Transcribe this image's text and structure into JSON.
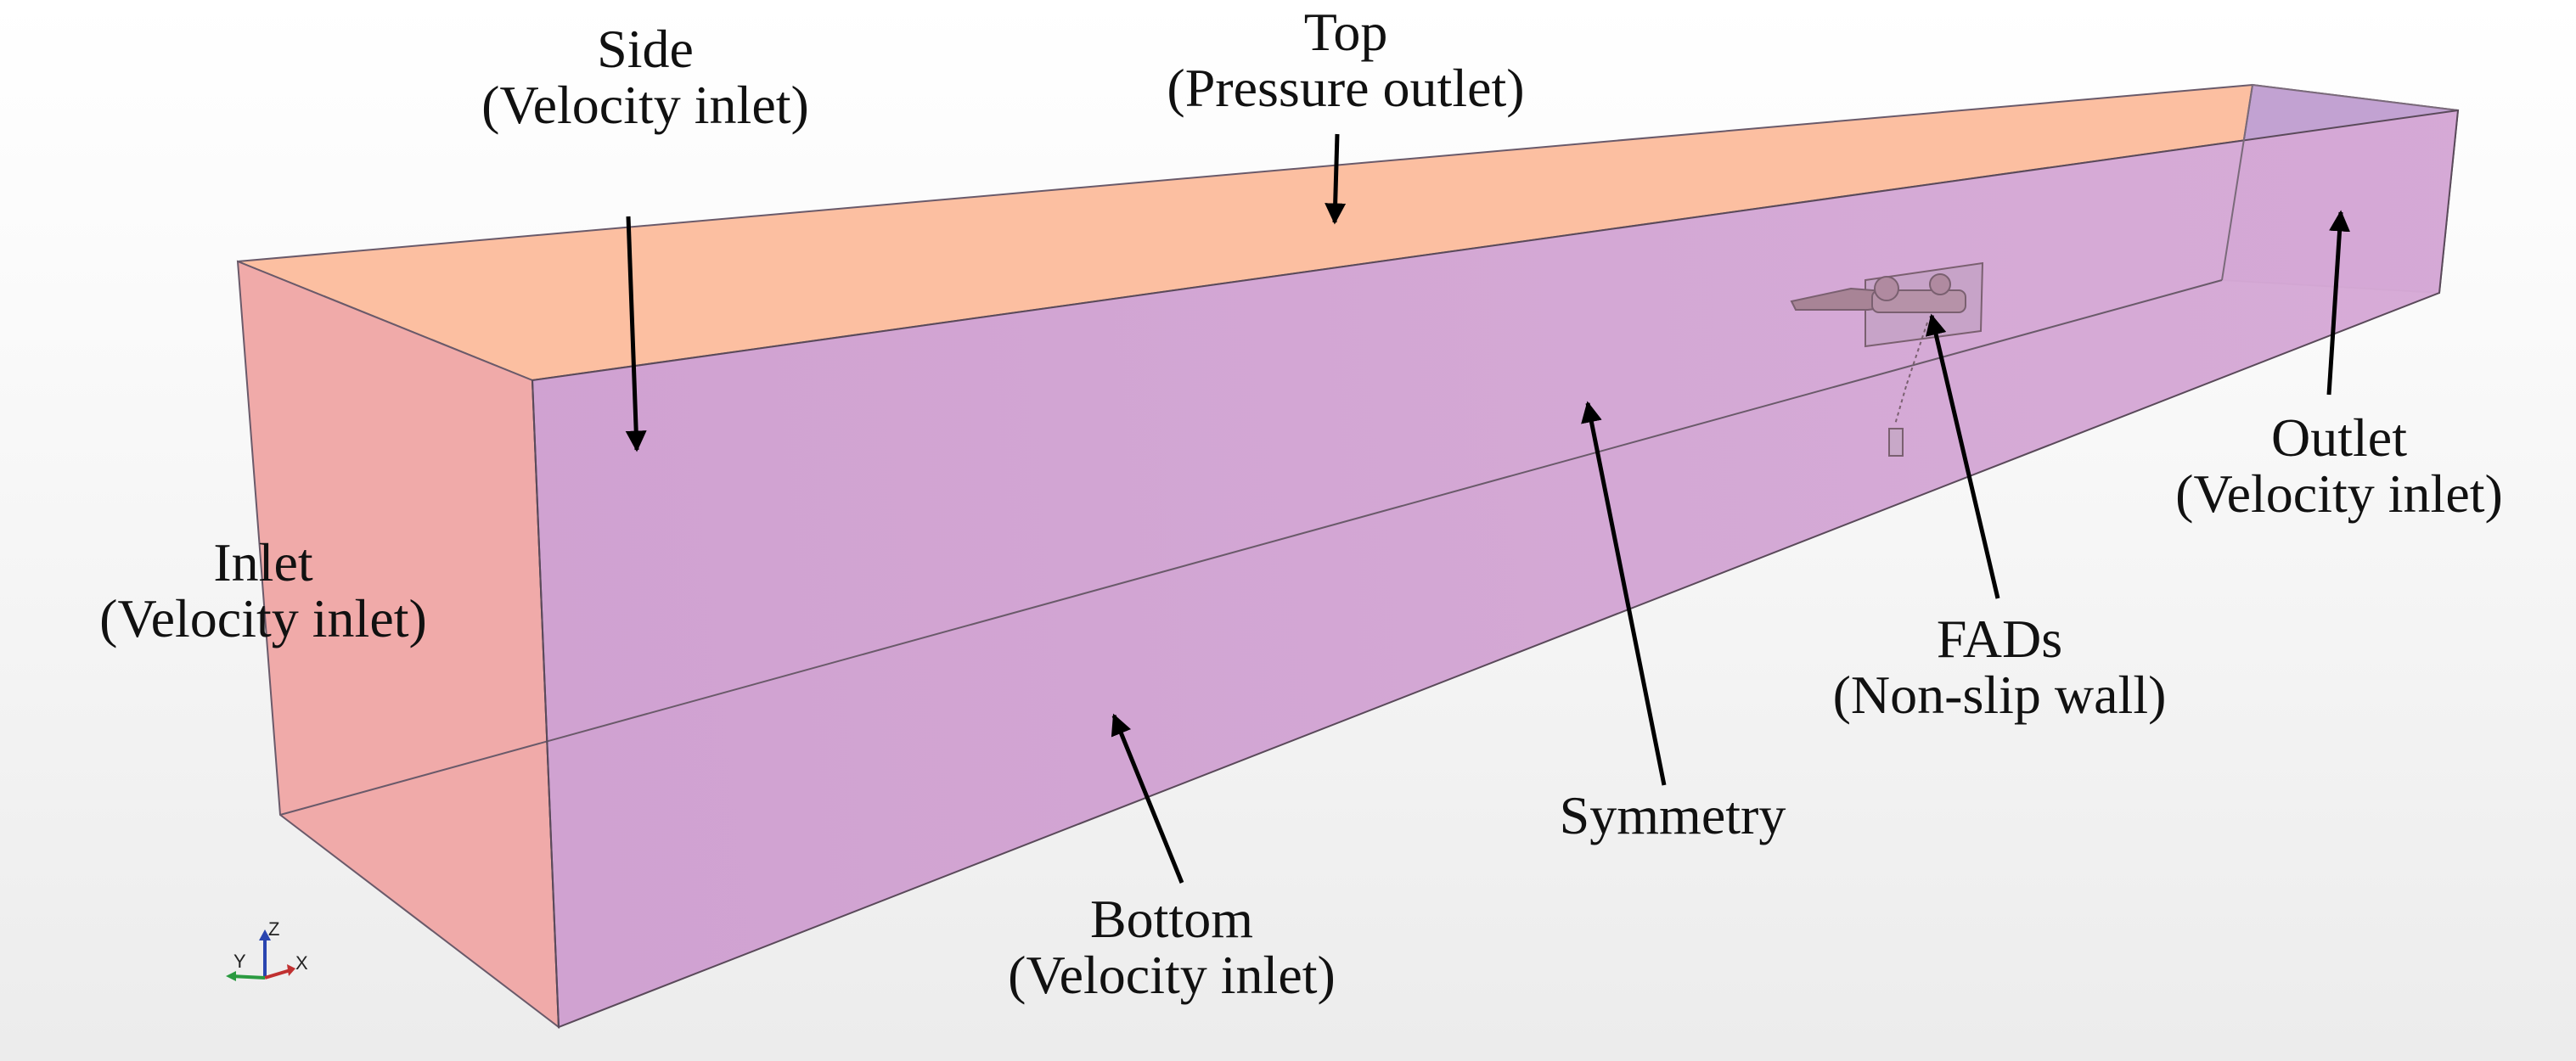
{
  "labels": {
    "side": {
      "line1": "Side",
      "line2": "(Velocity inlet)"
    },
    "top": {
      "line1": "Top",
      "line2": "(Pressure outlet)"
    },
    "inlet": {
      "line1": "Inlet",
      "line2": "(Velocity inlet)"
    },
    "outlet": {
      "line1": "Outlet",
      "line2": "(Velocity inlet)"
    },
    "fads": {
      "line1": "FADs",
      "line2": "(Non-slip wall)"
    },
    "symmetry": {
      "line1": "Symmetry"
    },
    "bottom": {
      "line1": "Bottom",
      "line2": "(Velocity inlet)"
    }
  },
  "axes": {
    "z": "Z",
    "y": "Y",
    "x": "X"
  },
  "colors": {
    "top_face": "#fcbfa1",
    "inlet_face": "#f0aaa9",
    "side_face": "#d2a5d2",
    "outlet_face": "#c2a2d2",
    "edge": "#5a4a5a"
  }
}
